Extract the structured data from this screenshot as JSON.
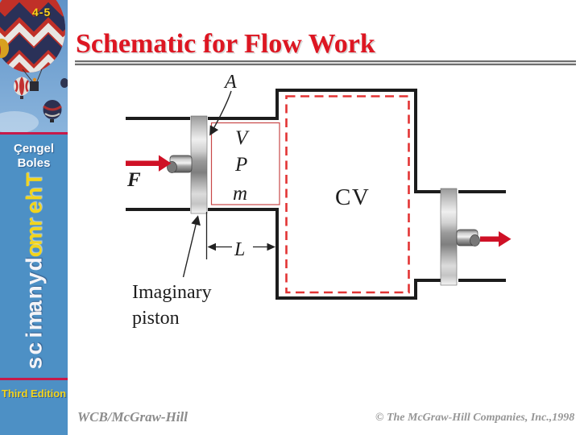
{
  "slide": {
    "badge": "4-5",
    "title": "Schematic for Flow Work",
    "title_color": "#dd1622",
    "footer_left": "WCB/McGraw-Hill",
    "footer_right": "© The McGraw-Hill Companies, Inc.,1998"
  },
  "sidebar": {
    "author_line1": "Çengel",
    "author_line2": "Boles",
    "book_title_top": "Thermo",
    "book_title_bottom": "dynamics",
    "edition": "Third Edition",
    "colors": {
      "panel_blue": "#4d90c5",
      "divider_red": "#c61a4a",
      "accent_yellow": "#f2d41c"
    }
  },
  "diagram": {
    "labels": {
      "area": "A",
      "volume": "V",
      "pressure": "P",
      "mass": "m",
      "force": "F",
      "control_volume": "CV",
      "length": "L",
      "callout_line1": "Imaginary",
      "callout_line2": "piston"
    },
    "colors": {
      "wall_black": "#1c1c1c",
      "boundary_red": "#e23434",
      "system_box_red": "#c84848",
      "arrow_red": "#cf1126"
    }
  }
}
